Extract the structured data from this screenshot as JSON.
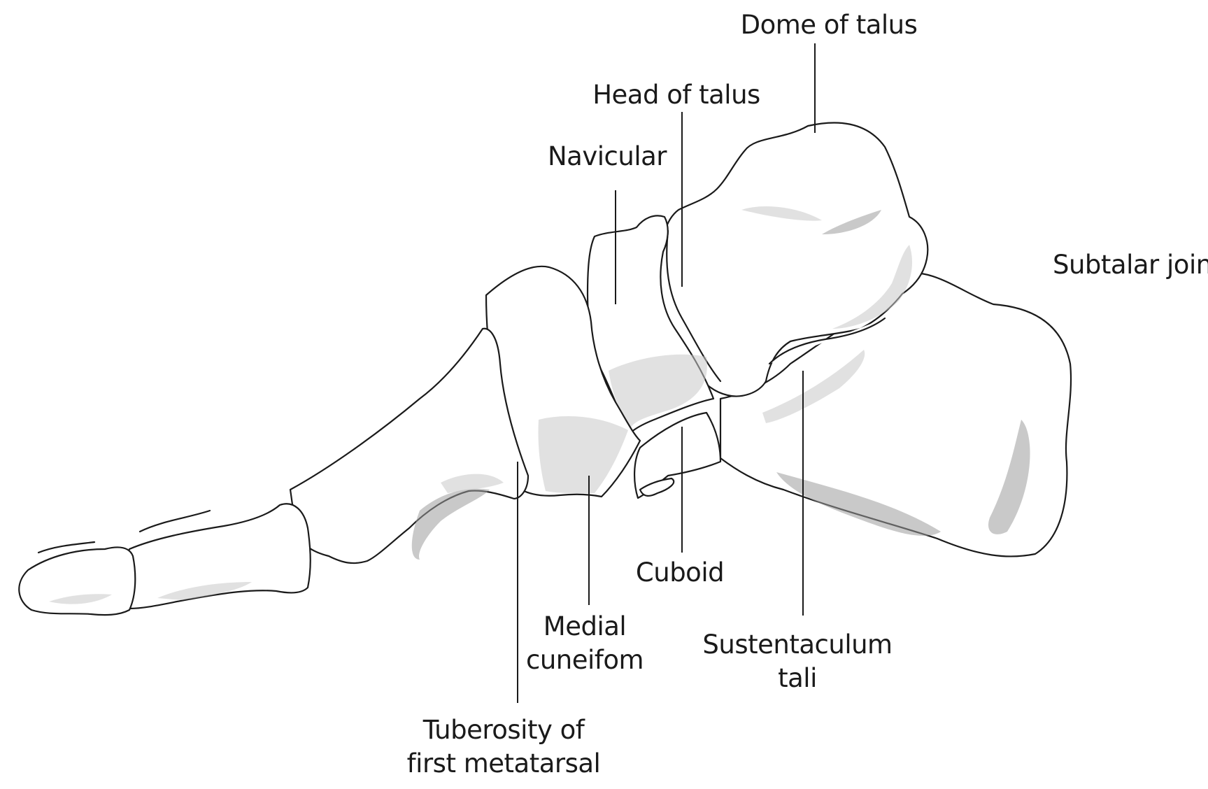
{
  "labels": {
    "dome_of_talus": "Dome of talus",
    "head_of_talus": "Head of talus",
    "navicular": "Navicular",
    "subtalar_joint": "Subtalar joint",
    "cuboid": "Cuboid",
    "medial_cuneiform": [
      "Medial",
      "cuneifom"
    ],
    "sustentaculum_tali": [
      "Sustentaculum",
      "tali"
    ],
    "tuberosity_first_metatarsal": [
      "Tuberosity of",
      "first metatarsal"
    ]
  }
}
